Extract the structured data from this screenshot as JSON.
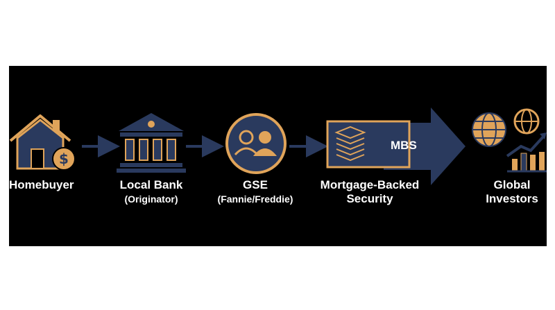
{
  "colors": {
    "navy": "#2a3a5e",
    "gold": "#e0a45a",
    "arrow": "#2a3a5e",
    "background": "#000000",
    "text": "#ffffff"
  },
  "steps": [
    {
      "title": "Homebuyer",
      "subtitle": "",
      "icon": "house-dollar-icon"
    },
    {
      "title": "Local Bank",
      "subtitle": "(Originator)",
      "icon": "bank-icon"
    },
    {
      "title": "GSE",
      "subtitle": "(Fannie/Freddie)",
      "icon": "people-circle-icon"
    },
    {
      "title": "Mortgage-Backed",
      "subtitle": "Security",
      "icon": "document-stack-icon",
      "badge": "MBS"
    },
    {
      "title": "Global",
      "subtitle": "Investors",
      "icon": "globe-chart-icon"
    }
  ]
}
